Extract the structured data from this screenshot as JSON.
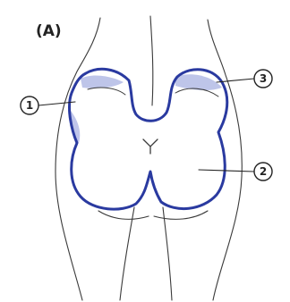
{
  "figure": {
    "panel_label": "(A)",
    "callouts": [
      {
        "id": "1",
        "label": "1"
      },
      {
        "id": "2",
        "label": "2"
      },
      {
        "id": "3",
        "label": "3"
      }
    ]
  },
  "colors": {
    "background": "#ffffff",
    "body_outline": "#3a3a3a",
    "region_outline": "#2a3aa0",
    "shading": "#8a96d8",
    "callout_stroke": "#222222"
  }
}
